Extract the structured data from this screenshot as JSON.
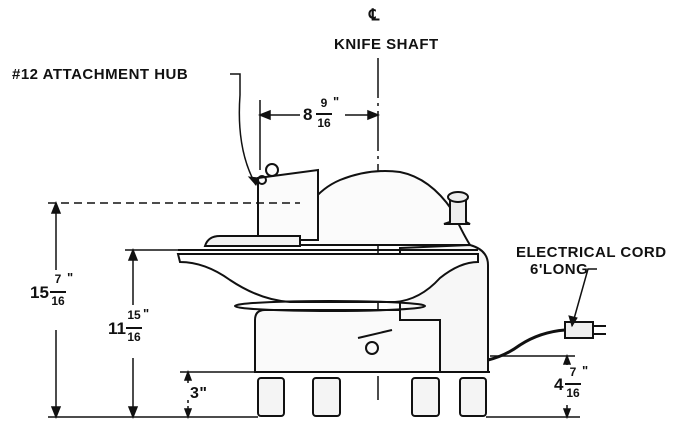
{
  "labels": {
    "centerline_symbol": "℄",
    "knife_shaft": "KNIFE SHAFT",
    "attachment_hub": "#12 ATTACHMENT HUB",
    "electrical_cord_line1": "ELECTRICAL CORD",
    "electrical_cord_line2": "6'LONG"
  },
  "dimensions": {
    "hub_offset": {
      "whole": "8",
      "num": "9",
      "den": "16",
      "mark": "\""
    },
    "overall_height": {
      "whole": "15",
      "num": "7",
      "den": "16",
      "mark": "\""
    },
    "bowl_height": {
      "whole": "11",
      "num": "15",
      "den": "16",
      "mark": "\""
    },
    "leg_height": {
      "text": "3\""
    },
    "cord_height": {
      "whole": "4",
      "num": "7",
      "den": "16",
      "mark": "\""
    }
  }
}
